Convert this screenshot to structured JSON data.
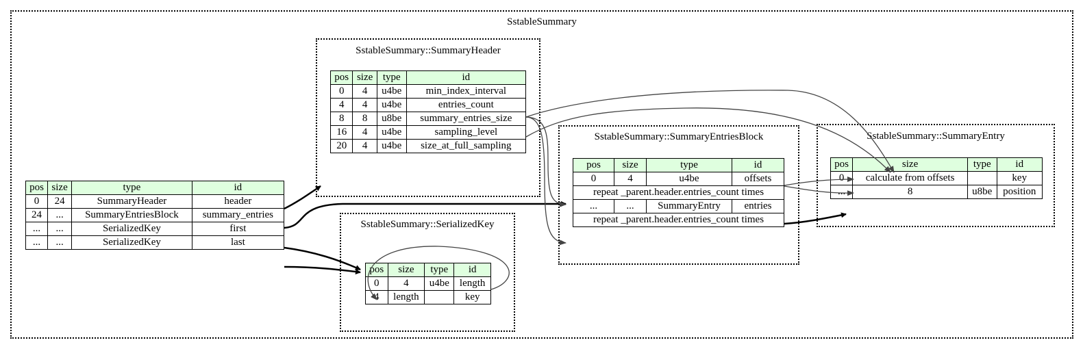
{
  "diagram": {
    "root": {
      "title": "SstableSummary",
      "columns": [
        "pos",
        "size",
        "type",
        "id"
      ],
      "rows": [
        [
          "0",
          "24",
          "SummaryHeader",
          "header"
        ],
        [
          "24",
          "...",
          "SummaryEntriesBlock",
          "summary_entries"
        ],
        [
          "...",
          "...",
          "SerializedKey",
          "first"
        ],
        [
          "...",
          "...",
          "SerializedKey",
          "last"
        ]
      ]
    },
    "header": {
      "title": "SstableSummary::SummaryHeader",
      "columns": [
        "pos",
        "size",
        "type",
        "id"
      ],
      "rows": [
        [
          "0",
          "4",
          "u4be",
          "min_index_interval"
        ],
        [
          "4",
          "4",
          "u4be",
          "entries_count"
        ],
        [
          "8",
          "8",
          "u8be",
          "summary_entries_size"
        ],
        [
          "16",
          "4",
          "u4be",
          "sampling_level"
        ],
        [
          "20",
          "4",
          "u4be",
          "size_at_full_sampling"
        ]
      ]
    },
    "serialized_key": {
      "title": "SstableSummary::SerializedKey",
      "columns": [
        "pos",
        "size",
        "type",
        "id"
      ],
      "rows": [
        [
          "0",
          "4",
          "u4be",
          "length"
        ],
        [
          "4",
          "length",
          "",
          "key"
        ]
      ]
    },
    "entries_block": {
      "title": "SstableSummary::SummaryEntriesBlock",
      "columns": [
        "pos",
        "size",
        "type",
        "id"
      ],
      "row0": [
        "0",
        "4",
        "u4be",
        "offsets"
      ],
      "repeat1": "repeat _parent.header.entries_count times",
      "row2": [
        "...",
        "...",
        "SummaryEntry",
        "entries"
      ],
      "repeat3": "repeat _parent.header.entries_count times"
    },
    "summary_entry": {
      "title": "SstableSummary::SummaryEntry",
      "columns": [
        "pos",
        "size",
        "type",
        "id"
      ],
      "rows": [
        [
          "0",
          "calculate from offsets",
          "",
          "key"
        ],
        [
          "...",
          "8",
          "u8be",
          "position"
        ]
      ]
    }
  }
}
